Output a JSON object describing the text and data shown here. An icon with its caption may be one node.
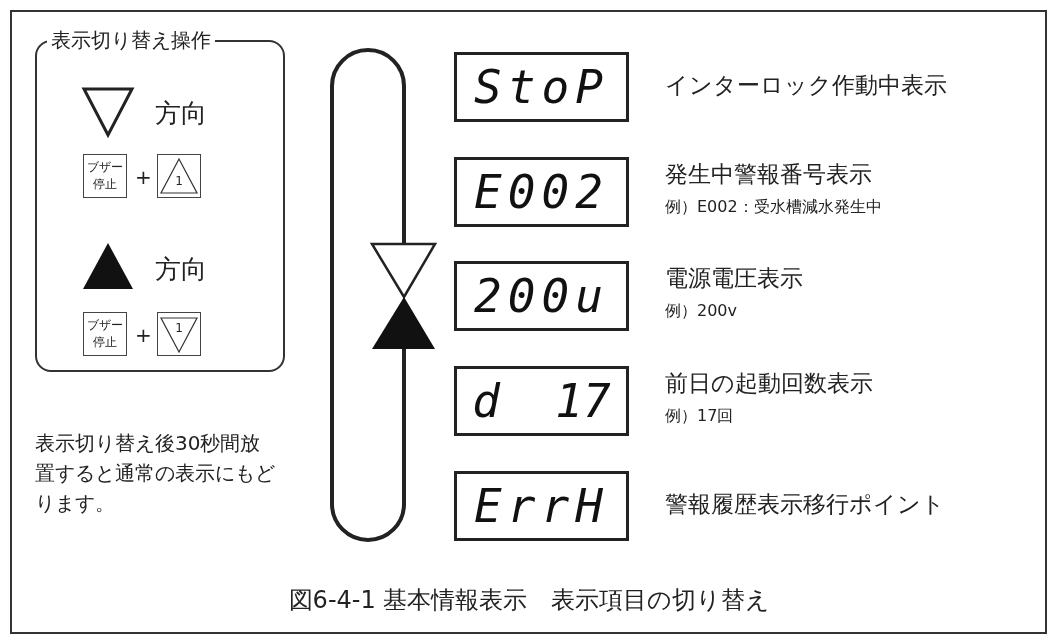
{
  "diagram": {
    "caption": "図6-4-1 基本情報表示　表示項目の切り替え",
    "nodes": [
      {
        "text": [
          "表示切り替え操作"
        ]
      },
      {
        "text": [
          "ブザー停止"
        ],
        "in": 0
      },
      {
        "text": [
          "1"
        ],
        "in": 0
      },
      {
        "text": [
          "ブザー停止"
        ],
        "in": 0
      },
      {
        "text": [
          "1"
        ],
        "in": 0
      },
      {
        "text": [
          "StoP"
        ],
        "beside": [
          "インターロック作動中表示"
        ]
      },
      {
        "text": [
          "E002"
        ],
        "beside": [
          "発生中警報番号表示",
          "例）E002：受水槽減水発生中"
        ]
      },
      {
        "text": [
          "200u"
        ],
        "beside": [
          "電源電圧表示",
          "例）200v"
        ]
      },
      {
        "text": [
          "d 17"
        ],
        "beside": [
          "前日の起動回数表示",
          "例）17回"
        ]
      },
      {
        "text": [
          "ErrH"
        ],
        "beside": [
          "警報履歴表示移行ポイント"
        ]
      }
    ],
    "labels": [
      "方向",
      "+",
      "方向",
      "+",
      "表示切り替え後30秒間放置すると通常の表示にもどります。"
    ]
  }
}
